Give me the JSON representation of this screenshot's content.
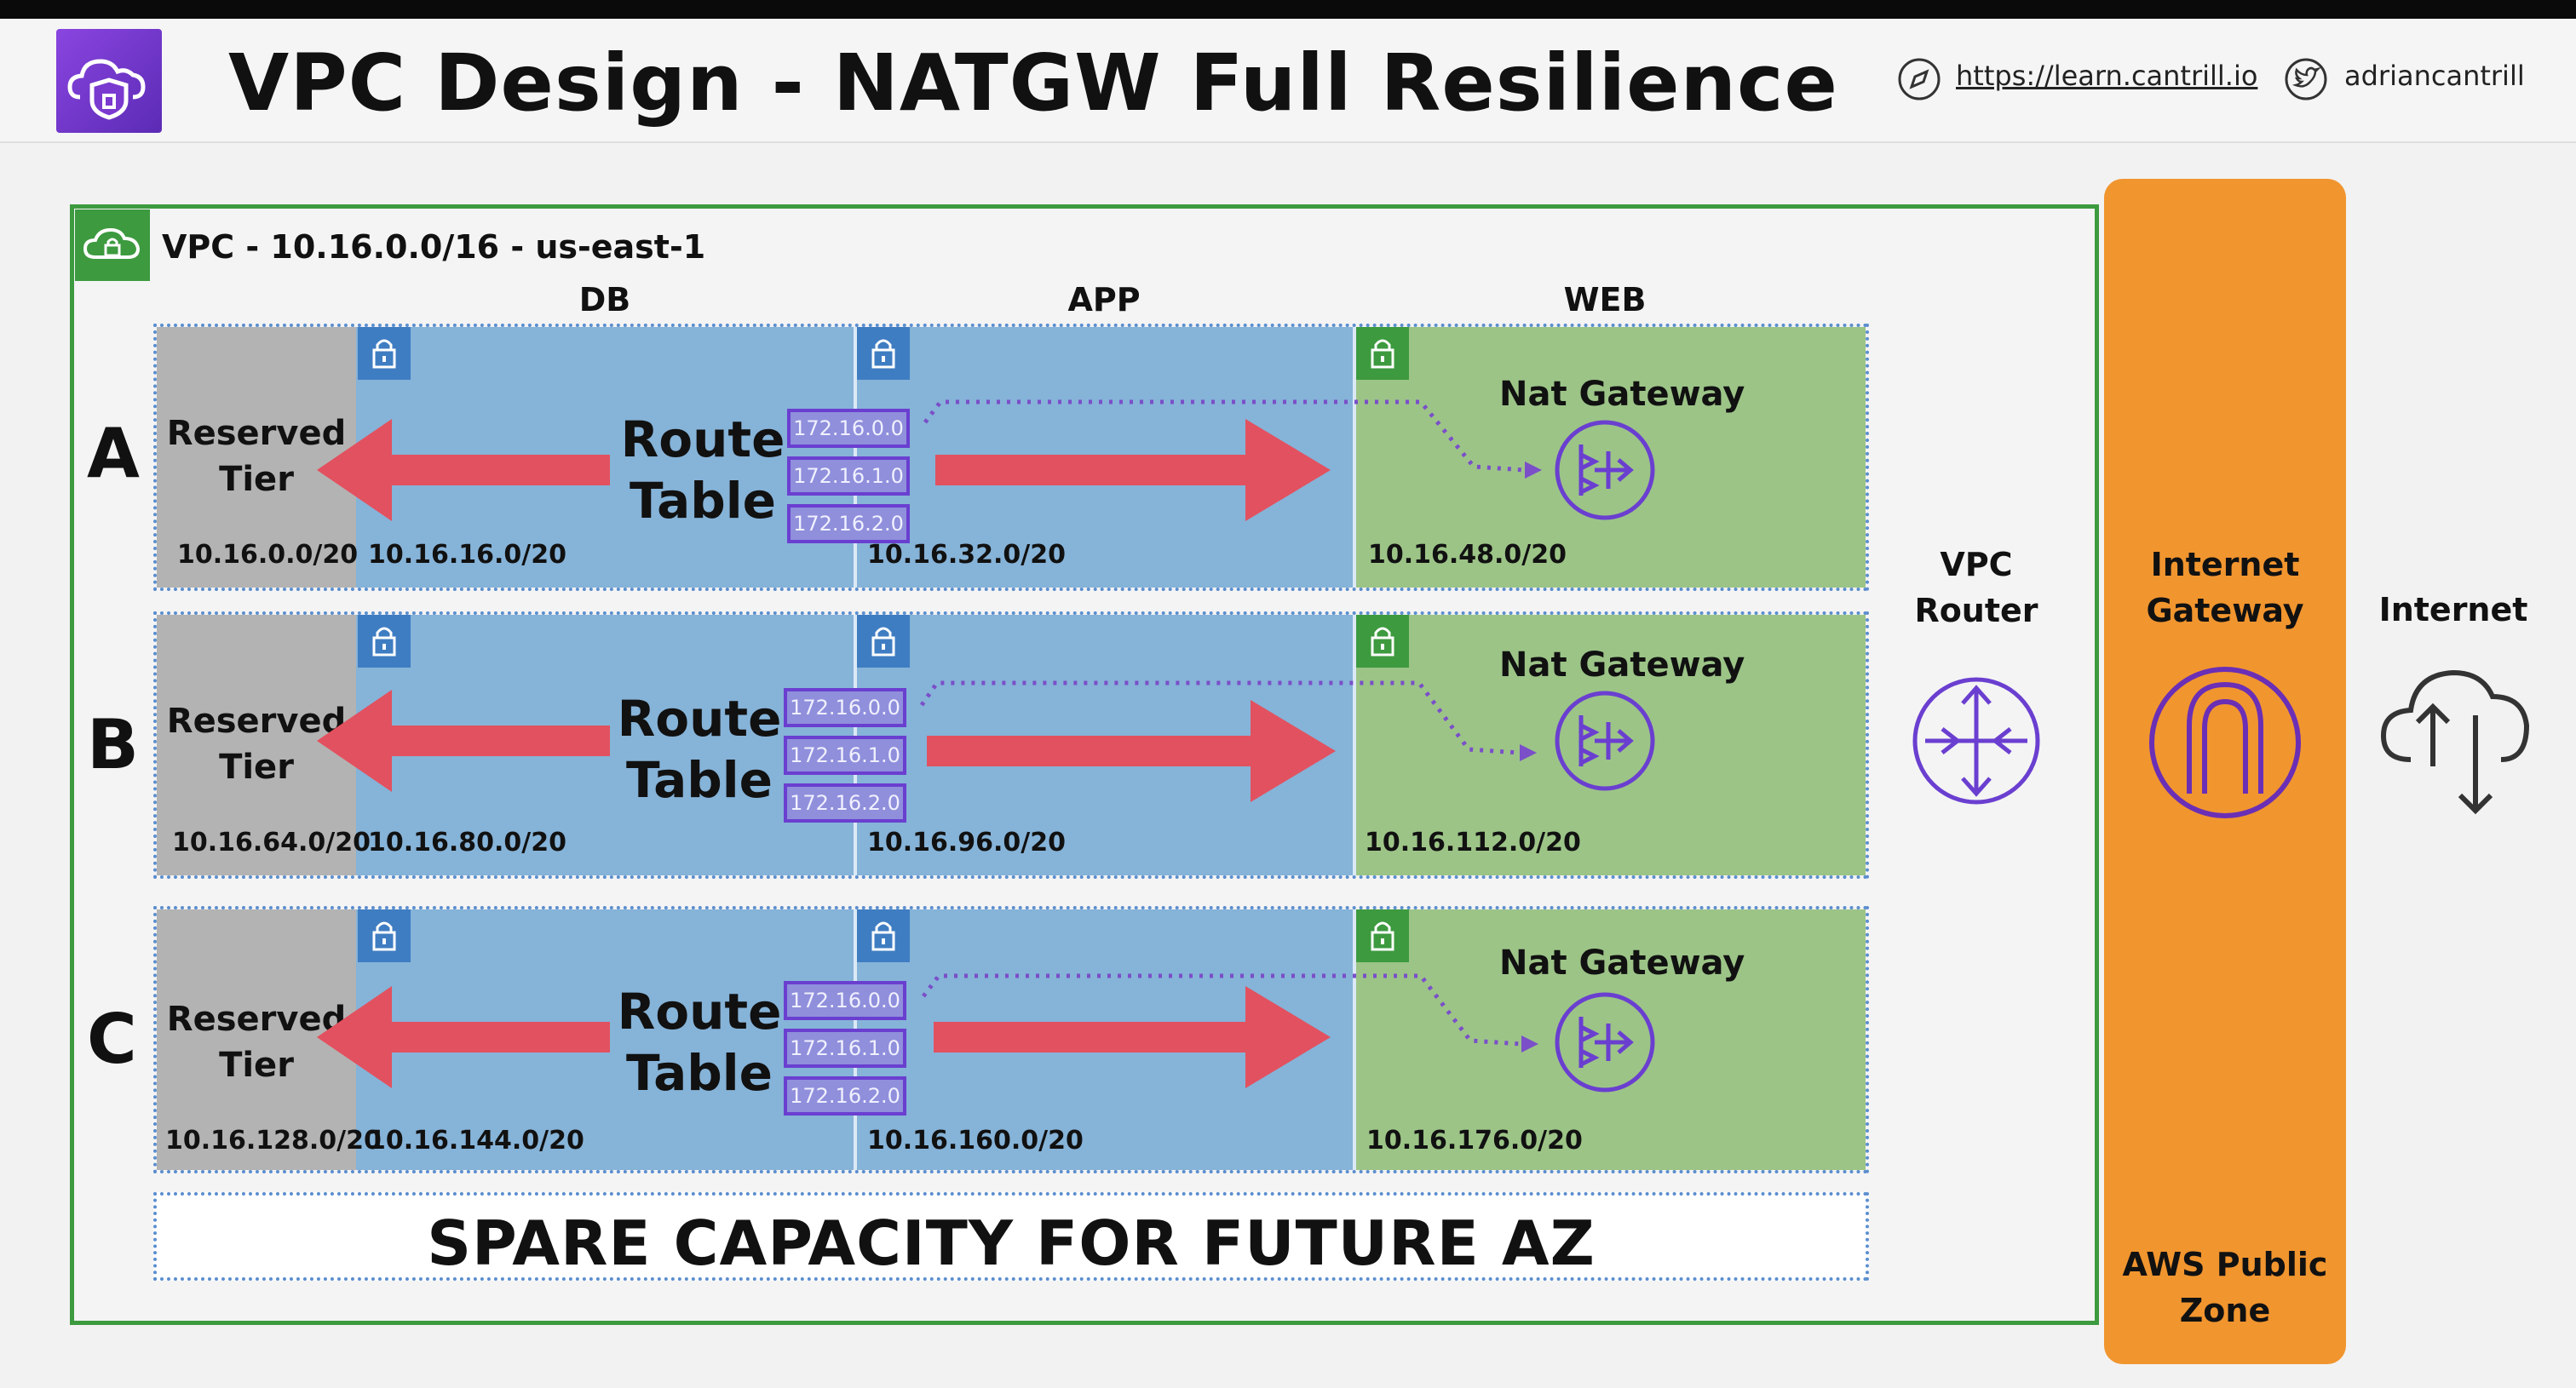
{
  "header": {
    "title": "VPC Design - NATGW Full Resilience",
    "link_url": "https://learn.cantrill.io",
    "twitter": "adriancantrill",
    "logo_icon": "cloud-shield-icon",
    "compass_icon": "compass-icon",
    "twitter_icon": "twitter-bird-icon"
  },
  "vpc": {
    "label": "VPC - 10.16.0.0/16 - us-east-1",
    "icon": "cloud-lock-icon",
    "columns": {
      "db": "DB",
      "app": "APP",
      "web": "WEB"
    }
  },
  "rows": [
    {
      "letter": "A",
      "reserved_label_1": "Reserved",
      "reserved_label_2": "Tier",
      "reserved_cidr": "10.16.0.0/20",
      "db_cidr": "10.16.16.0/20",
      "app_cidr": "10.16.32.0/20",
      "web_cidr": "10.16.48.0/20",
      "route_label_1": "Route",
      "route_label_2": "Table",
      "route_entries": [
        "172.16.0.0",
        "172.16.1.0",
        "172.16.2.0"
      ],
      "nat_label": "Nat Gateway"
    },
    {
      "letter": "B",
      "reserved_label_1": "Reserved",
      "reserved_label_2": "Tier",
      "reserved_cidr": "10.16.64.0/20",
      "db_cidr": "10.16.80.0/20",
      "app_cidr": "10.16.96.0/20",
      "web_cidr": "10.16.112.0/20",
      "route_label_1": "Route",
      "route_label_2": "Table",
      "route_entries": [
        "172.16.0.0",
        "172.16.1.0",
        "172.16.2.0"
      ],
      "nat_label": "Nat Gateway"
    },
    {
      "letter": "C",
      "reserved_label_1": "Reserved",
      "reserved_label_2": "Tier",
      "reserved_cidr": "10.16.128.0/20",
      "db_cidr": "10.16.144.0/20",
      "app_cidr": "10.16.160.0/20",
      "web_cidr": "10.16.176.0/20",
      "route_label_1": "Route",
      "route_label_2": "Table",
      "route_entries": [
        "172.16.0.0",
        "172.16.1.0",
        "172.16.2.0"
      ],
      "nat_label": "Nat Gateway"
    }
  ],
  "spare": "SPARE CAPACITY FOR FUTURE AZ",
  "vpc_router": {
    "line1": "VPC",
    "line2": "Router",
    "icon": "router-icon"
  },
  "internet_gateway": {
    "line1": "Internet",
    "line2": "Gateway",
    "icon": "internet-gateway-icon"
  },
  "public_zone": {
    "line1": "AWS Public",
    "line2": "Zone"
  },
  "internet": {
    "label": "Internet",
    "icon": "cloud-up-down-icon"
  },
  "colors": {
    "vpc_border": "#3d9a3f",
    "reserved": "#b3b3b3",
    "private_subnet": "#86b3d8",
    "public_subnet": "#9cc487",
    "arrow": "#e2515f",
    "nat_icon": "#6a3fd0",
    "public_zone": "#f1952f"
  }
}
